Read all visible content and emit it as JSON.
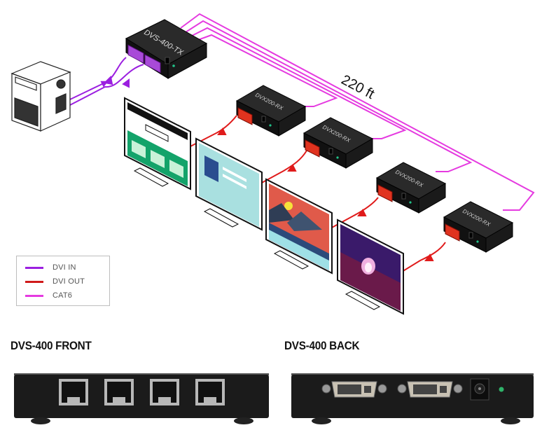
{
  "diagram": {
    "transmitter": {
      "label": "DVS-400-TX"
    },
    "receivers": [
      {
        "label": "DVX200-RX"
      },
      {
        "label": "DVX200-RX"
      },
      {
        "label": "DVX200-RX"
      },
      {
        "label": "DVX200-RX"
      }
    ],
    "distance_label": "220 ft",
    "colors": {
      "dvi_in": "#9b1fe0",
      "dvi_out": "#e01b1b",
      "cat6": "#e53ae0",
      "device_body": "#1c1c1c",
      "led": "#21c38a"
    }
  },
  "legend": {
    "items": [
      {
        "label": "DVI IN",
        "color": "#9b1fe0"
      },
      {
        "label": "DVI OUT",
        "color": "#d01a1a"
      },
      {
        "label": "CAT6",
        "color": "#e53ae0"
      }
    ]
  },
  "front": {
    "title": "DVS-400 FRONT",
    "ports": 4
  },
  "back": {
    "title": "DVS-400 BACK"
  }
}
